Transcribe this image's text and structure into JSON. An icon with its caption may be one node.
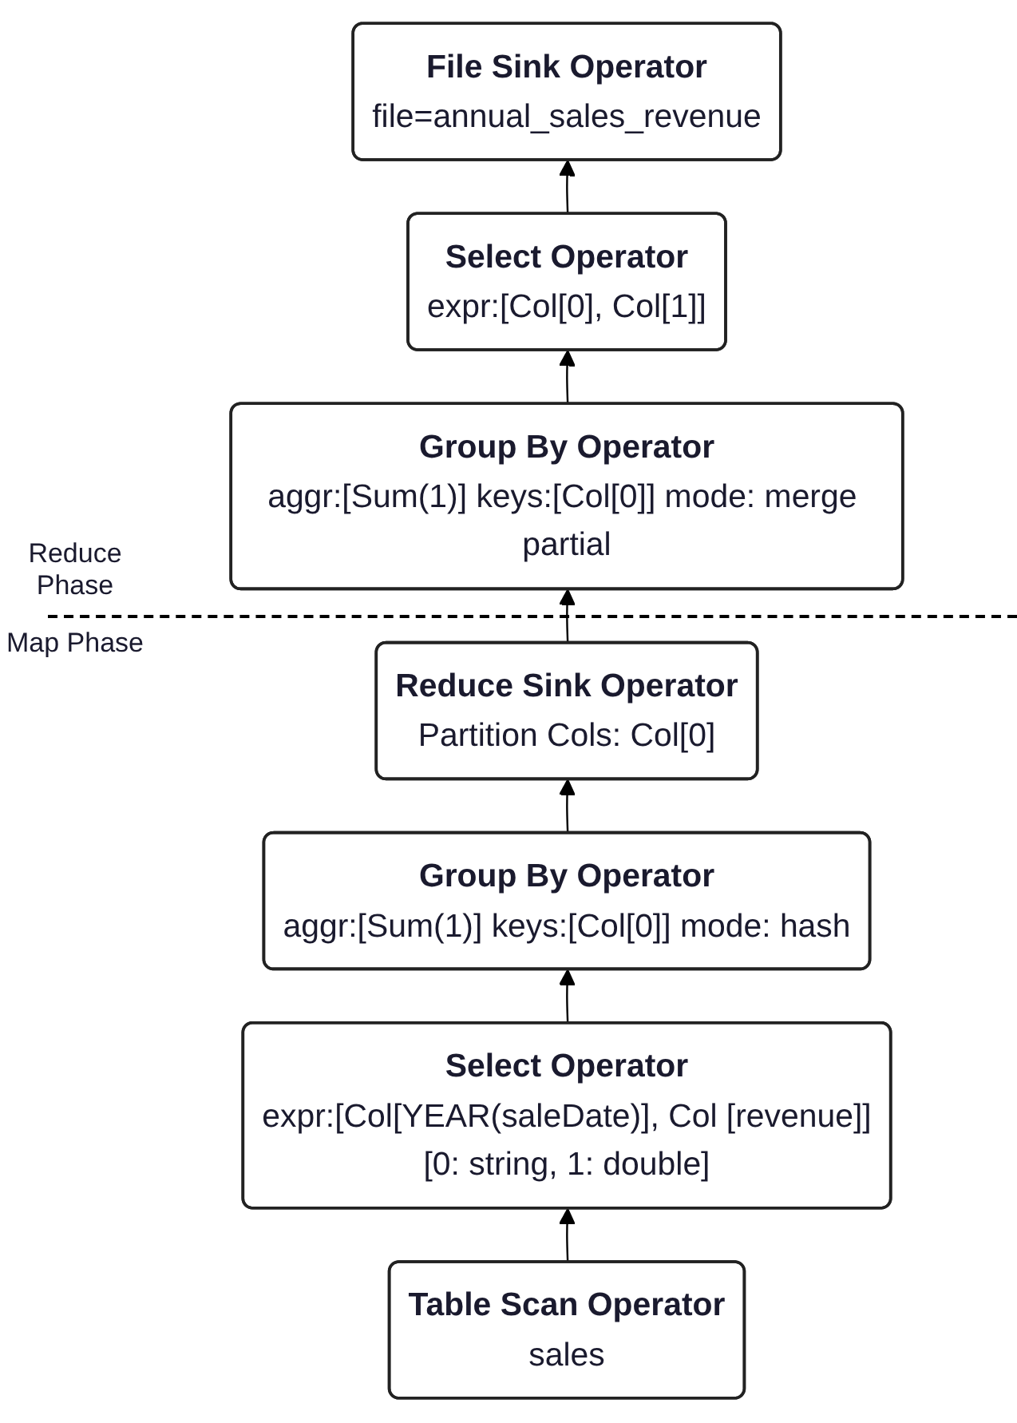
{
  "diagram": {
    "nodes": [
      {
        "text": [
          "File Sink Operator",
          "file=annual_sales_revenue"
        ]
      },
      {
        "text": [
          "Select Operator",
          "expr:[Col[0], Col[1]]"
        ]
      },
      {
        "text": [
          "Group By Operator",
          "aggr:[Sum(1)] keys:[Col[0]] mode: merge partial"
        ]
      },
      {
        "text": [
          "Reduce Sink Operator",
          "Partition Cols: Col[0]"
        ]
      },
      {
        "text": [
          "Group By Operator",
          "aggr:[Sum(1)] keys:[Col[0]] mode: hash"
        ]
      },
      {
        "text": [
          "Select Operator",
          "expr:[Col[YEAR(saleDate)], Col [revenue]]",
          "[0: string, 1: double]"
        ]
      },
      {
        "text": [
          "Table Scan Operator",
          "sales"
        ]
      }
    ],
    "edges": [
      {
        "from": 1,
        "to": 0,
        "arrow": "to"
      },
      {
        "from": 2,
        "to": 1,
        "arrow": "to"
      },
      {
        "from": 3,
        "to": 2,
        "arrow": "to"
      },
      {
        "from": 4,
        "to": 3,
        "arrow": "to"
      },
      {
        "from": 5,
        "to": 4,
        "arrow": "to"
      },
      {
        "from": 6,
        "to": 5,
        "arrow": "to"
      }
    ],
    "labels": [
      "Reduce Phase",
      "Map Phase"
    ]
  }
}
